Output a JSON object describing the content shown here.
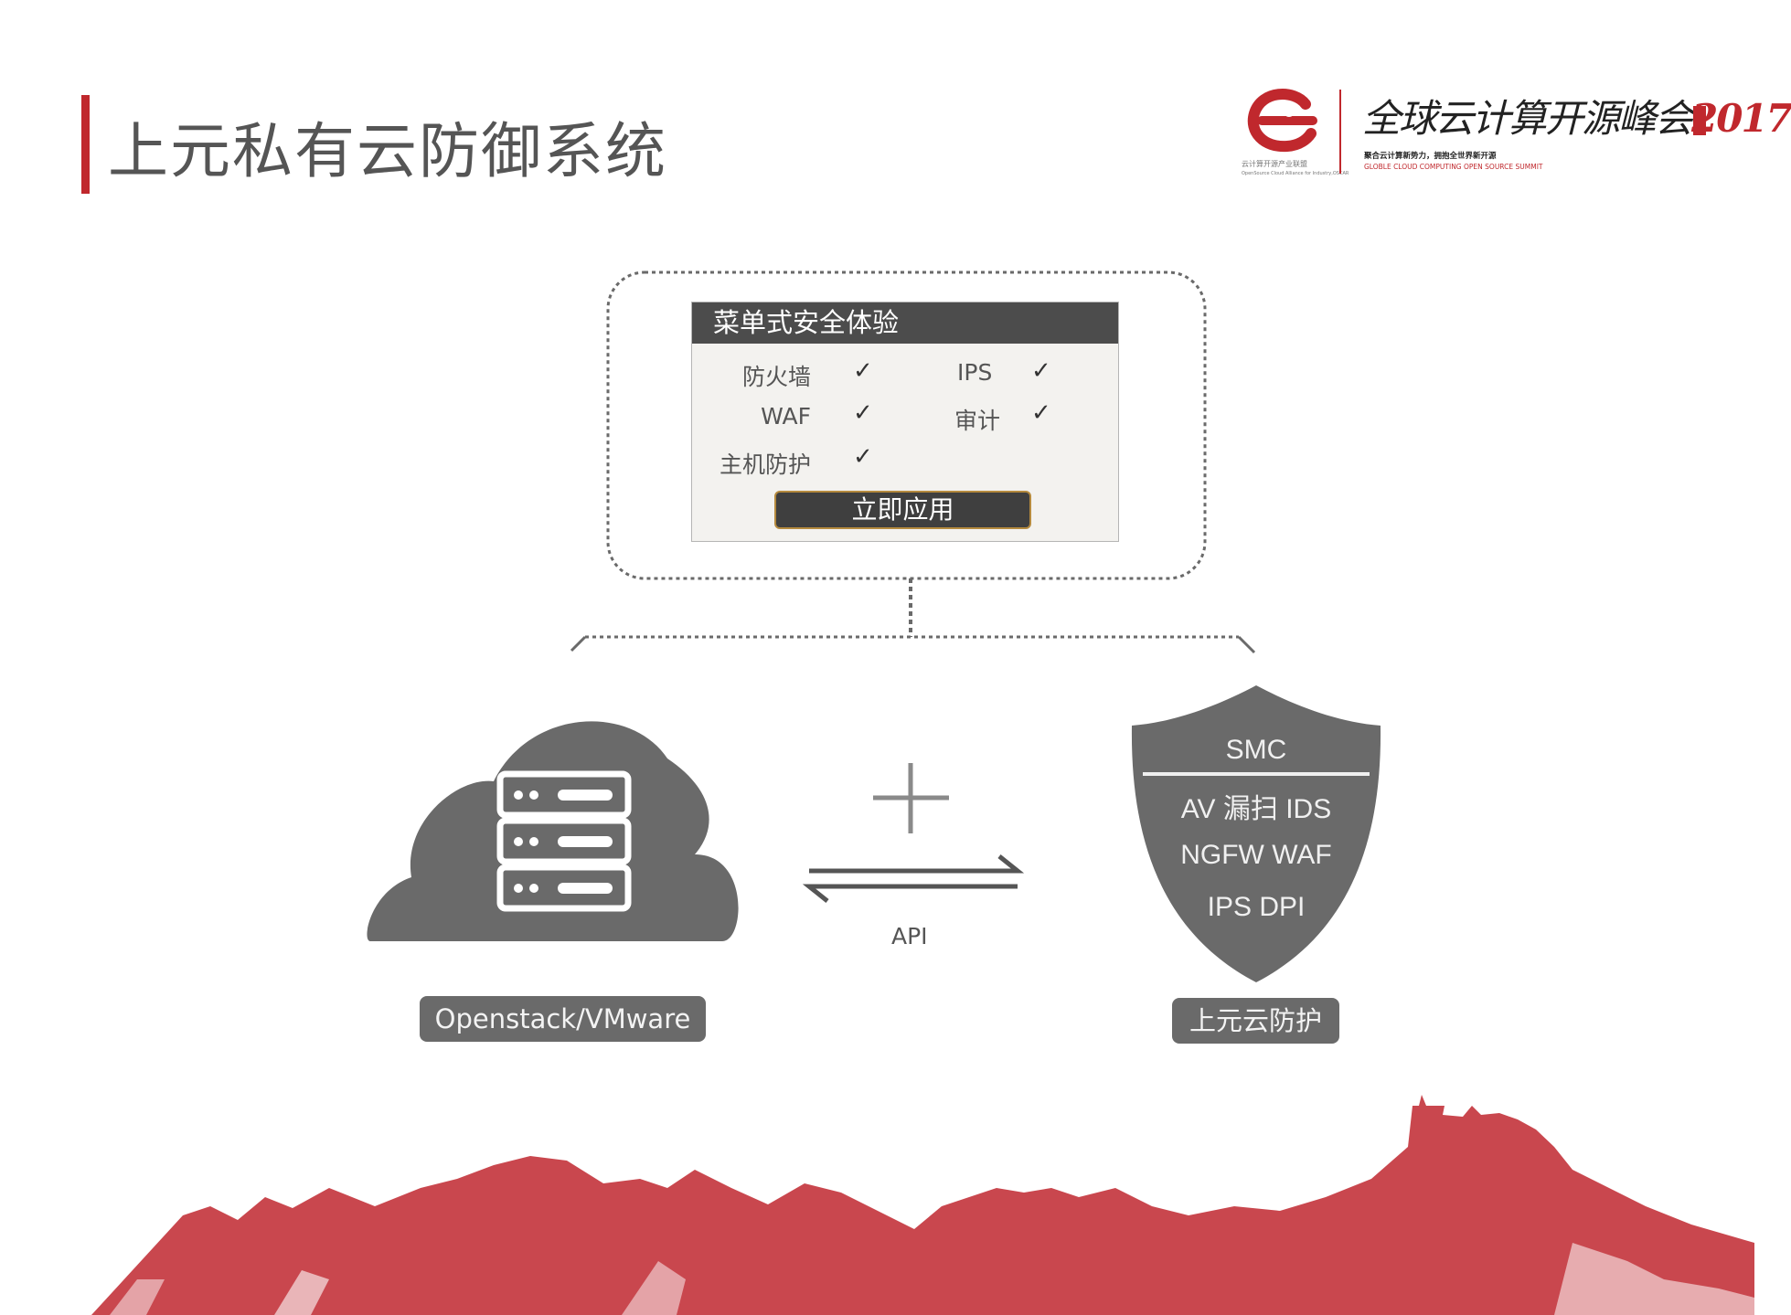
{
  "page": {
    "title": "上元私有云防御系统"
  },
  "logos": {
    "alliance_name": "云计算开源产业联盟",
    "alliance_sub": "OpenSource Cloud Alliance for Industry,OSCAR",
    "summit_title": "全球云计算开源峰会",
    "summit_year": "2017",
    "summit_slogan": "聚合云计算新势力，拥抱全世界新开源",
    "summit_english": "GLOBLE CLOUD COMPUTING OPEN SOURCE SUMMIT"
  },
  "menu": {
    "title": "菜单式安全体验",
    "options": [
      {
        "label": "防火墙",
        "checked": "✓"
      },
      {
        "label": "IPS",
        "checked": "✓"
      },
      {
        "label": "WAF",
        "checked": "✓"
      },
      {
        "label": "审计",
        "checked": "✓"
      },
      {
        "label": "主机防护",
        "checked": "✓"
      }
    ],
    "apply_button": "立即应用"
  },
  "left_node": {
    "label": "Openstack/VMware",
    "icon": "cloud-server-icon"
  },
  "connector": {
    "plus": "+",
    "api_label": "API"
  },
  "shield": {
    "top": "SMC",
    "rows": [
      "AV  漏扫  IDS",
      "NGFW  WAF",
      "IPS  DPI"
    ],
    "label": "上元云防护"
  },
  "colors": {
    "accent": "#c0282d",
    "mountain": "#c9474e",
    "dark": "#4c4c4c",
    "gray_fill": "#6a6a6a"
  }
}
